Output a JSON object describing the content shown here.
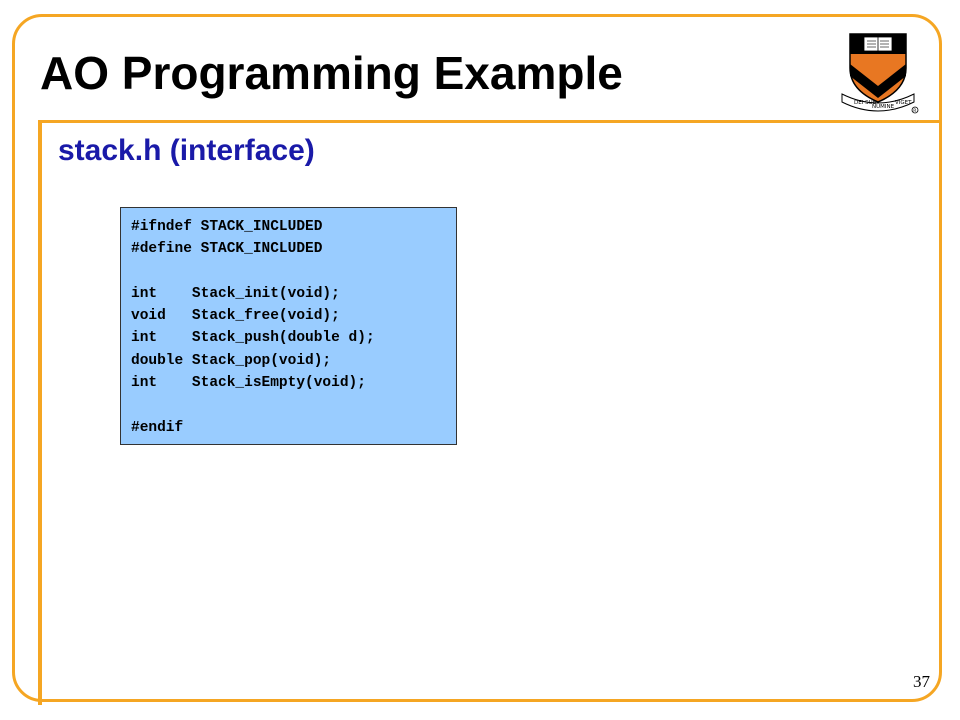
{
  "slide": {
    "title": "AO Programming Example",
    "subtitle": "stack.h (interface)",
    "page_number": "37"
  },
  "code": {
    "lines": [
      "#ifndef STACK_INCLUDED",
      "#define STACK_INCLUDED",
      "",
      "int    Stack_init(void);",
      "void   Stack_free(void);",
      "int    Stack_push(double d);",
      "double Stack_pop(void);",
      "int    Stack_isEmpty(void);",
      "",
      "#endif"
    ]
  },
  "logo": {
    "icon": "princeton-shield-icon",
    "motto_left": "DEI SUB",
    "motto_center": "NUMINE",
    "motto_right": "VIGET"
  },
  "colors": {
    "accent": "#f5a623",
    "subtitle": "#1a1aa8",
    "code_bg": "#99ccff",
    "shield_orange": "#e87722"
  }
}
